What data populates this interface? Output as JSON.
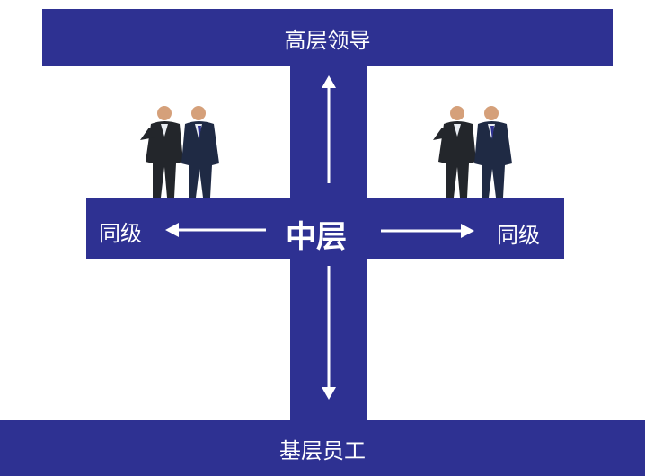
{
  "diagram": {
    "top_label": "高层领导",
    "bottom_label": "基层员工",
    "middle_label": "中层",
    "peer_left_label": "同级",
    "peer_right_label": "同级"
  },
  "colors": {
    "block": "#2e3192",
    "text": "#ffffff",
    "suit_dark": "#23262b",
    "suit_navy": "#1f2a44",
    "skin": "#d5a07a",
    "shirt": "#e8ecf2"
  },
  "icons": {
    "people": "two-businessmen-illustration",
    "arrows": [
      "arrow-up-icon",
      "arrow-down-icon",
      "arrow-left-icon",
      "arrow-right-icon"
    ]
  }
}
